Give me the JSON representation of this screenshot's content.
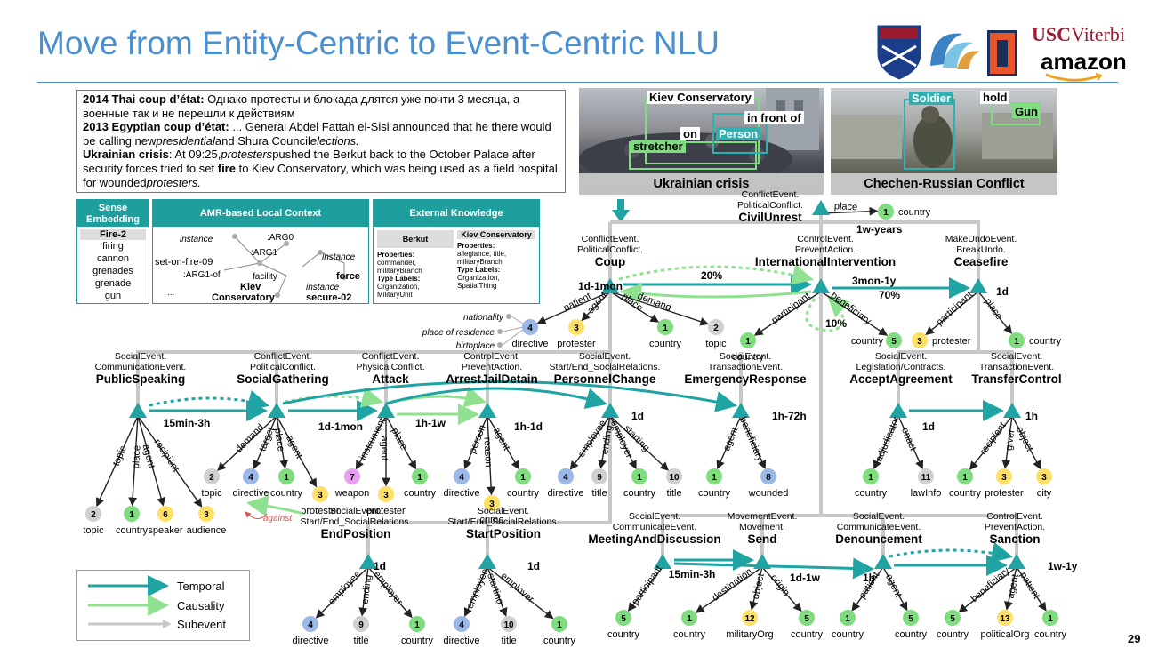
{
  "title": "Move from Entity-Centric to Event-Centric NLU",
  "page_number": "29",
  "logos": {
    "usc": "USC",
    "viterbi": "Viterbi",
    "amazon": "amazon",
    "illinois": "I"
  },
  "text_passage": {
    "line1_label": "2014 Thai coup d’état:",
    "line1_text": " Однако протесты и блокада длятся уже почти 3 месяца, а военные так и не перешли к действиям",
    "line2_label": "2013 Egyptian coup d’état:",
    "line2_text": " ... General Abdel Fattah el-Sisi announced that he there would be calling new",
    "line2_em1": "presidential",
    "line2_mid": "and Shura Council",
    "line2_em2": "elections.",
    "line3_label": "Ukrainian crisis",
    "line3_a": ": At 09:25,",
    "line3_em1": "protesters",
    "line3_b": "pushed the Berkut back to the October Palace after security forces tried to set ",
    "line3_fire": "fire",
    "line3_c": " to Kiev Conservatory, which was being used as a field hospital for wounded",
    "line3_em2": "protesters."
  },
  "photos": {
    "ukraine": {
      "caption": "Ukrainian crisis",
      "labels": [
        "Kiev Conservatory",
        "in front of",
        "on",
        "Person",
        "stretcher"
      ]
    },
    "chechen": {
      "caption": "Chechen-Russian Conflict",
      "labels": [
        "Soldier",
        "hold",
        "Gun"
      ]
    }
  },
  "panels": {
    "sense": {
      "title": "Sense Embedding",
      "head": "Fire-2",
      "items": [
        "firing",
        "cannon",
        "grenades",
        "grenade",
        "gun"
      ]
    },
    "amr": {
      "title": "AMR-based Local Context",
      "labels": [
        "instance",
        ":ARG0",
        ":ARG1",
        "set-on-fire-09",
        "instance",
        ":ARG1-of",
        "facility",
        "force",
        "...",
        "Kiev",
        "Conservatory",
        "instance",
        "secure-02"
      ]
    },
    "external": {
      "title": "External Knowledge",
      "col1": {
        "head": "Berkut",
        "props_label": "Properties:",
        "props": "commander, militaryBranch",
        "types_label": "Type Labels:",
        "types": "Organization, MilitaryUnit"
      },
      "col2": {
        "head": "Kiev Conservatory",
        "props_label": "Properties:",
        "props": "allegiance, title, militaryBranch",
        "types_label": "Type Labels:",
        "types": "Organization, SpatialThing"
      }
    }
  },
  "legend": {
    "items": [
      "Temporal",
      "Causality",
      "Subevent"
    ]
  },
  "colors": {
    "temporal": "#1fa3a3",
    "causality": "#8fe08f",
    "subevent": "#c8c8c8",
    "title": "#4a8fd0",
    "node_green": "#7fdc7f",
    "node_blue": "#9ab8e8",
    "node_yellow": "#ffe066",
    "node_gray": "#d0d0d0",
    "node_pink": "#e8a0f0",
    "against": "#e05050"
  },
  "graph": {
    "events": [
      {
        "id": "civil",
        "types": [
          "ConflictEvent.",
          "PoliticalConflict."
        ],
        "name": "CivilUnrest",
        "duration": "1w-years"
      },
      {
        "id": "coup",
        "types": [
          "ConflictEvent.",
          "PoliticalConflict."
        ],
        "name": "Coup",
        "duration": "1d-1mon"
      },
      {
        "id": "intl",
        "types": [
          "ControlEvent.",
          "PreventAction."
        ],
        "name": "InternationalIntervention",
        "duration": "3mon-1y"
      },
      {
        "id": "cease",
        "types": [
          "MakeUndoEvent.",
          "BreakUndo."
        ],
        "name": "Ceasefire",
        "duration": "1d"
      },
      {
        "id": "pubspeak",
        "types": [
          "SocialEvent.",
          "CommunicationEvent."
        ],
        "name": "PublicSpeaking",
        "duration": ""
      },
      {
        "id": "socgath",
        "types": [
          "ConflictEvent.",
          "PoliticalConflict."
        ],
        "name": "SocialGathering",
        "duration": "1d-1mon"
      },
      {
        "id": "attack",
        "types": [
          "ConflictEvent.",
          "PhysicalConflict."
        ],
        "name": "Attack",
        "duration": ""
      },
      {
        "id": "arrest",
        "types": [
          "ControlEvent.",
          "PreventAction."
        ],
        "name": "ArrestJailDetain",
        "duration": "1h-1d"
      },
      {
        "id": "personnel",
        "types": [
          "SocialEvent.",
          "Start/End_SocialRelations."
        ],
        "name": "PersonnelChange",
        "duration": "1d"
      },
      {
        "id": "emergency",
        "types": [
          "SocialEvent.",
          "TransactionEvent."
        ],
        "name": "EmergencyResponse",
        "duration": "1h-72h"
      },
      {
        "id": "accept",
        "types": [
          "SocialEvent.",
          "Legislation/Contracts."
        ],
        "name": "AcceptAgreement",
        "duration": "1d"
      },
      {
        "id": "transfer",
        "types": [
          "SocialEvent.",
          "TransactionEvent."
        ],
        "name": "TransferControl",
        "duration": "1h"
      },
      {
        "id": "endpos",
        "types": [
          "SocialEvent.",
          "Start/End_SocialRelations."
        ],
        "name": "EndPosition",
        "duration": "1d"
      },
      {
        "id": "startpos",
        "types": [
          "SocialEvent.",
          "Start/End_SocialRelations."
        ],
        "name": "StartPosition",
        "duration": "1d"
      },
      {
        "id": "meeting",
        "types": [
          "SocialEvent.",
          "CommunicateEvent."
        ],
        "name": "MeetingAndDiscussion",
        "duration": ""
      },
      {
        "id": "send",
        "types": [
          "MovementEvent.",
          "Movement."
        ],
        "name": "Send",
        "duration": "1d-1w"
      },
      {
        "id": "denounce",
        "types": [
          "SocialEvent.",
          "CommunicateEvent."
        ],
        "name": "Denouncement",
        "duration": "1h"
      },
      {
        "id": "sanction",
        "types": [
          "ControlEvent.",
          "PreventAction."
        ],
        "name": "Sanction",
        "duration": "1w-1y"
      }
    ],
    "edge_labels": {
      "coup_intl": "20%",
      "intl_cease": "70%",
      "intl_loop": "10%",
      "pub_soc": "15min-3h",
      "attack_arrest": "1h-1w",
      "meet_send": "15min-3h",
      "against": "against"
    },
    "args": {
      "civil": [
        {
          "role": "place",
          "num": "1",
          "type": "country"
        }
      ],
      "coup": [
        {
          "role": "patient",
          "num": "4",
          "type": "directive"
        },
        {
          "role": "agent",
          "num": "3",
          "type": "protester"
        },
        {
          "role": "place",
          "num": "1",
          "type": "country"
        },
        {
          "role": "demand",
          "num": "2",
          "type": "topic"
        }
      ],
      "coup_extra": [
        "nationality",
        "place of residence",
        "birthplace"
      ],
      "intl": [
        {
          "role": "participant",
          "num": "1",
          "type": "country"
        },
        {
          "role": "beneficiary",
          "num": "5",
          "type": "country"
        }
      ],
      "cease": [
        {
          "role": "participant",
          "num": "3",
          "type": "protester"
        },
        {
          "role": "place",
          "num": "1",
          "type": "country"
        }
      ],
      "pubspeak": [
        {
          "role": "topic",
          "num": "2",
          "type": "topic"
        },
        {
          "role": "place",
          "num": "1",
          "type": "country"
        },
        {
          "role": "agent",
          "num": "6",
          "type": "speaker"
        },
        {
          "role": "recipient",
          "num": "3",
          "type": "audience"
        }
      ],
      "socgath": [
        {
          "role": "demand",
          "num": "2",
          "type": "topic"
        },
        {
          "role": "target",
          "num": "4",
          "type": "directive"
        },
        {
          "role": "place",
          "num": "1",
          "type": "country"
        },
        {
          "role": "agent",
          "num": "3",
          "type": "protester"
        }
      ],
      "attack": [
        {
          "role": "instrument",
          "num": "7",
          "type": "weapon"
        },
        {
          "role": "agent",
          "num": "3",
          "type": "protester"
        },
        {
          "role": "place",
          "num": "1",
          "type": "country"
        }
      ],
      "arrest": [
        {
          "role": "person",
          "num": "4",
          "type": "directive"
        },
        {
          "role": "reason",
          "num": "3",
          "type": "crime"
        },
        {
          "role": "agent",
          "num": "1",
          "type": "country"
        }
      ],
      "personnel": [
        {
          "role": "employee",
          "num": "4",
          "type": "directive"
        },
        {
          "role": "ending",
          "num": "9",
          "type": "title"
        },
        {
          "role": "employer",
          "num": "1",
          "type": "country"
        },
        {
          "role": "starting",
          "num": "10",
          "type": "title"
        }
      ],
      "emergency": [
        {
          "role": "agent",
          "num": "1",
          "type": "country"
        },
        {
          "role": "beneficiary",
          "num": "8",
          "type": "wounded"
        }
      ],
      "accept": [
        {
          "role": "adjudicator",
          "num": "1",
          "type": "country"
        },
        {
          "role": "enact",
          "num": "11",
          "type": "lawInfo"
        }
      ],
      "transfer": [
        {
          "role": "recipient",
          "num": "1",
          "type": "country"
        },
        {
          "role": "giver",
          "num": "3",
          "type": "protester"
        },
        {
          "role": "object",
          "num": "3",
          "type": "city"
        }
      ],
      "endpos": [
        {
          "role": "employee",
          "num": "4",
          "type": "directive"
        },
        {
          "role": "ending",
          "num": "9",
          "type": "title"
        },
        {
          "role": "employer",
          "num": "1",
          "type": "country"
        }
      ],
      "startpos": [
        {
          "role": "employee",
          "num": "4",
          "type": "directive"
        },
        {
          "role": "starting",
          "num": "10",
          "type": "title"
        },
        {
          "role": "employer",
          "num": "1",
          "type": "country"
        }
      ],
      "meeting": [
        {
          "role": "participant",
          "num": "5",
          "type": "country"
        }
      ],
      "send": [
        {
          "role": "destination",
          "num": "1",
          "type": "country"
        },
        {
          "role": "object",
          "num": "12",
          "type": "militaryOrg"
        },
        {
          "role": "origin",
          "num": "5",
          "type": "country"
        }
      ],
      "denounce": [
        {
          "role": "patient",
          "num": "1",
          "type": "country"
        },
        {
          "role": "agent",
          "num": "5",
          "type": "country"
        }
      ],
      "sanction": [
        {
          "role": "beneficiary",
          "num": "5",
          "type": "country"
        },
        {
          "role": "agent",
          "num": "13",
          "type": "politicalOrg"
        },
        {
          "role": "patient",
          "num": "1",
          "type": "country"
        }
      ]
    }
  }
}
